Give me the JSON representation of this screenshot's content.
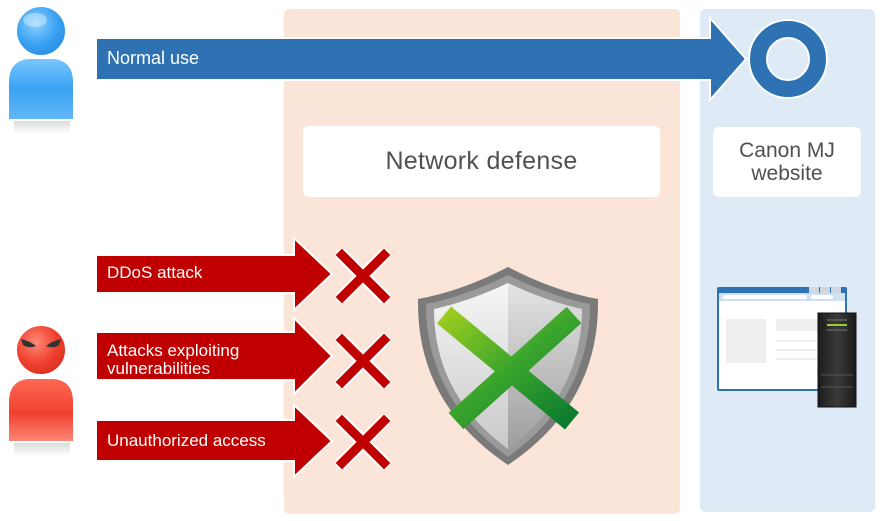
{
  "diagram": {
    "title": "Network defense",
    "normal_flow": {
      "label": "Normal use",
      "result_icon": "circle-ok-icon",
      "color": "#2e72b4"
    },
    "attacks": [
      {
        "label": "DDoS attack",
        "result_icon": "cross-icon"
      },
      {
        "label": "Attacks exploiting vulnerabilities",
        "label_lines": [
          "Attacks exploiting",
          "vulnerabilities"
        ],
        "result_icon": "cross-icon"
      },
      {
        "label": "Unauthorized access",
        "result_icon": "cross-icon"
      }
    ],
    "attack_color": "#c00000",
    "defense_panel": {
      "label": "Network defense",
      "icon": "shield-icon",
      "background": "#fbe5d8"
    },
    "site_panel": {
      "label_lines": [
        "Canon MJ",
        "website"
      ],
      "icon": "browser-server-icon",
      "background": "#deeaf6"
    },
    "actors": {
      "normal_user": {
        "icon": "user-icon",
        "color": "#3fa6f0"
      },
      "attacker": {
        "icon": "attacker-icon",
        "color": "#f0402f"
      }
    }
  }
}
